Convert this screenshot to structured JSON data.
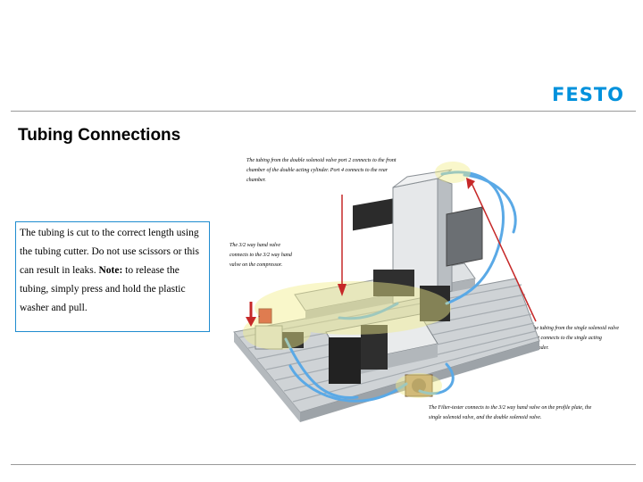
{
  "brand": {
    "logo": "FESTO"
  },
  "slide": {
    "title": "Tubing Connections"
  },
  "textbox": {
    "text": "The tubing is cut to the correct length using the tubing cutter. Do not use scissors or this can result in leaks. ",
    "note_label": "Note:",
    "text_after": " to release the tubing, simply press and hold the plastic washer and pull."
  },
  "annotations": {
    "double_valve": "The tubing from the double solenoid valve port 2 connects to the front chamber of the double acting cylinder. Port 4 connects to the rear chamber.",
    "three_two_valve": "The 3/2 way hand valve connects to the 3/2 way hand valve on the compressor.",
    "single_valve": "The tubing from the single solenoid valve port connects to the single acting cylinder.",
    "filter": "The Filter-tester connects to the 3/2 way hand valve on the profile plate, the single solenoid valve, and the double solenoid valve."
  },
  "colors": {
    "brand": "#0091dc",
    "arrow": "#c62828",
    "box_border": "#1f8ccf",
    "highlight": "#f2ee8c",
    "tubing": "#5aa9e6"
  }
}
